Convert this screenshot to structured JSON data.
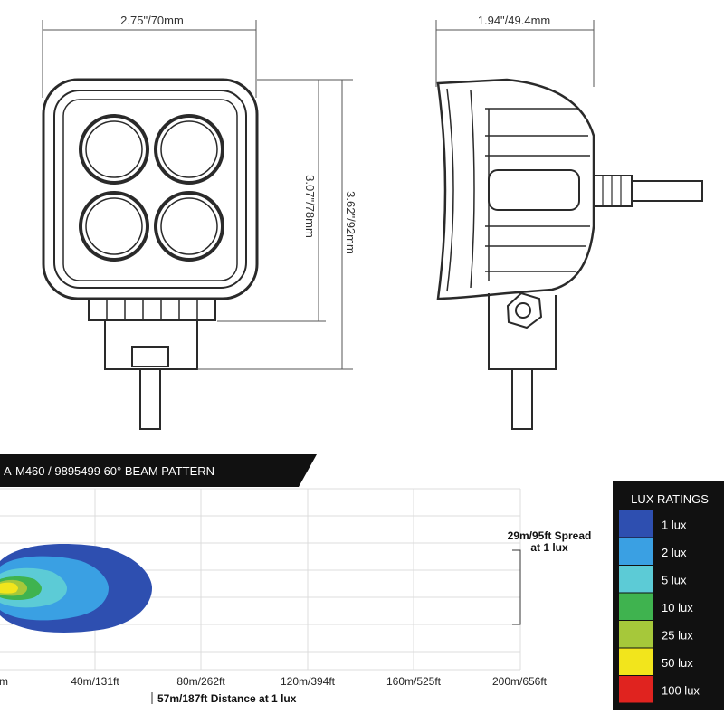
{
  "dimensions": {
    "front_width": "2.75\"/70mm",
    "side_depth": "1.94\"/49.4mm",
    "lens_height": "3.07\"/78mm",
    "overall_height": "3.62\"/92mm"
  },
  "beam_pattern": {
    "title": "A-M460 / 9895499 60° BEAM PATTERN",
    "x_ticks": [
      "m",
      "40m/131ft",
      "80m/262ft",
      "120m/394ft",
      "160m/525ft",
      "200m/656ft"
    ],
    "distance_note": "57m/187ft Distance at 1 lux",
    "spread_note_line1": "29m/95ft Spread",
    "spread_note_line2": "at 1 lux"
  },
  "legend": {
    "title": "LUX RATINGS",
    "items": [
      {
        "label": "1 lux",
        "color": "#2e4fb0"
      },
      {
        "label": "2 lux",
        "color": "#3aa0e3"
      },
      {
        "label": "5 lux",
        "color": "#5ccbd6"
      },
      {
        "label": "10 lux",
        "color": "#3fb34f"
      },
      {
        "label": "25 lux",
        "color": "#a6c83a"
      },
      {
        "label": "50 lux",
        "color": "#f2e51c"
      },
      {
        "label": "100 lux",
        "color": "#e0231f"
      }
    ]
  }
}
